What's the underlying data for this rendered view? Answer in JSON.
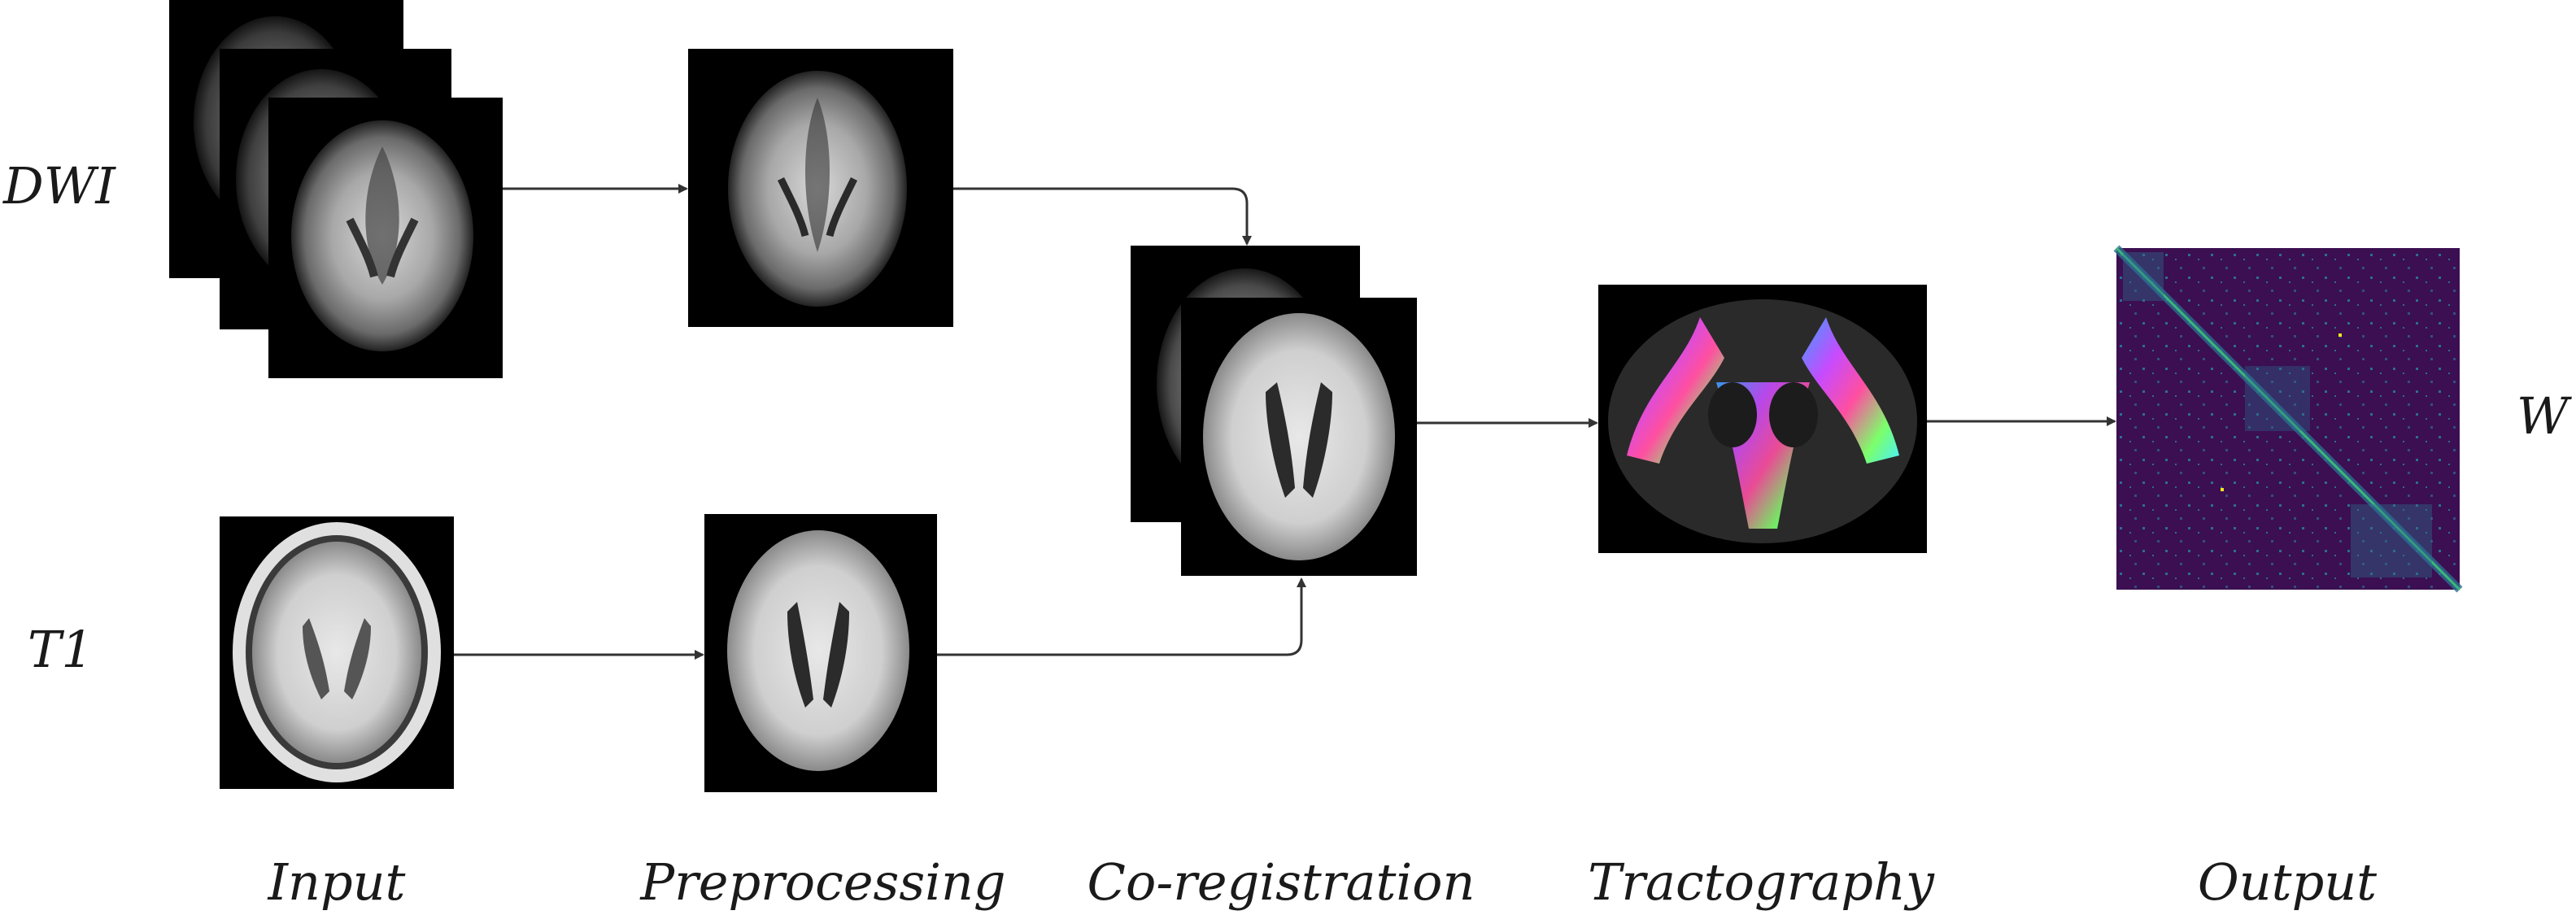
{
  "diagram": {
    "row_labels": {
      "dwi": "DWI",
      "t1": "T1",
      "output": "W"
    },
    "stages": [
      "Input",
      "Preprocessing",
      "Co-registration",
      "Tractography",
      "Output"
    ],
    "images": {
      "dwi_stack": "dwi-axial-slices",
      "dwi_preprocessed": "dwi-axial-preprocessed",
      "t1_input": "t1-axial-raw",
      "t1_preprocessed": "t1-axial-skull-stripped",
      "coregistered": "coregistered-dwi-t1",
      "tractography": "coronal-tractography-color",
      "connectivity": "connectivity-matrix"
    },
    "colors": {
      "matrix_background": "#3b0f52",
      "matrix_blue": "#2c6e8e",
      "matrix_green": "#3bb67a",
      "matrix_yellow": "#f2e51d",
      "arrow": "#333333"
    }
  }
}
